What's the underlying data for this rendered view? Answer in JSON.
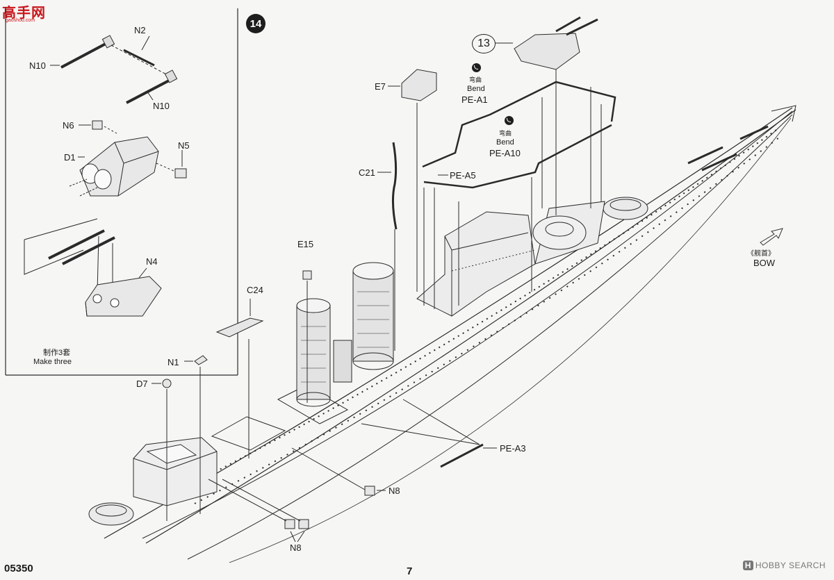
{
  "site_logo": {
    "text": "高手网",
    "subtext": "gaoshou.com"
  },
  "inset": {
    "parts": {
      "n2": "N2",
      "n10_left": "N10",
      "n10_bottom": "N10",
      "n6": "N6",
      "d1": "D1",
      "n5": "N5",
      "n4": "N4"
    },
    "note_cn": "制作3套",
    "note_en": "Make three"
  },
  "step": {
    "number": "14"
  },
  "callout": {
    "number": "13"
  },
  "labels": {
    "e7": "E7",
    "bend1_cn": "弯曲",
    "bend1_en": "Bend",
    "pe_a1": "PE-A1",
    "bend2_cn": "弯曲",
    "bend2_en": "Bend",
    "pe_a10": "PE-A10",
    "c21": "C21",
    "pe_a5": "PE-A5",
    "e15": "E15",
    "c24": "C24",
    "n1": "N1",
    "d7": "D7",
    "pe_a3": "PE-A3",
    "n8_a": "N8",
    "n8_b": "N8",
    "bow_cn": "《舰首》",
    "bow_en": "BOW"
  },
  "footer": {
    "code": "05350",
    "page": "7"
  },
  "watermark": {
    "badge": "H",
    "text": "HOBBY SEARCH"
  }
}
